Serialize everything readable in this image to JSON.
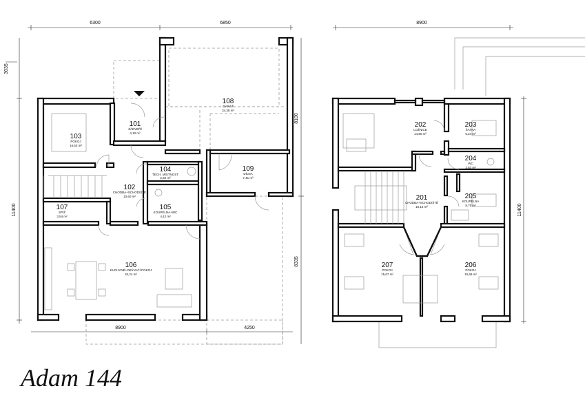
{
  "title": "Adam 144",
  "ground_floor": {
    "dimensions": {
      "top_left": "6300",
      "top_right": "6850",
      "left_top": "3035",
      "right_top": "8100",
      "left": "11400",
      "right_bottom": "8335",
      "bottom_left": "8900",
      "bottom_right": "4250"
    },
    "rooms": [
      {
        "num": "101",
        "name": "ZÁDVEŘÍ",
        "area": "4,10 m²"
      },
      {
        "num": "102",
        "name": "CHODBA+SCHODIŠTĚ",
        "area": "10,60 m²"
      },
      {
        "num": "103",
        "name": "POKOJ",
        "area": "16,63 m²"
      },
      {
        "num": "104",
        "name": "TECH. MÍSTNOST",
        "area": "2,82 m²"
      },
      {
        "num": "105",
        "name": "KOUPELNA+WC",
        "area": "4,42 m²"
      },
      {
        "num": "106",
        "name": "KUCHYNĚ+OBÝVACÍ POKOJ",
        "area": "34,24 m²"
      },
      {
        "num": "107",
        "name": "SPÍŽ",
        "area": "3,54 m²"
      },
      {
        "num": "108",
        "name": "GARÁŽ",
        "area": "34,38 m²"
      },
      {
        "num": "109",
        "name": "DÍLNA",
        "area": "7,41 m²"
      }
    ]
  },
  "upper_floor": {
    "dimensions": {
      "top": "8900",
      "right": "11400"
    },
    "rooms": [
      {
        "num": "201",
        "name": "CHODBA+SCHODIŠTĚ",
        "area": "16,15 m²"
      },
      {
        "num": "202",
        "name": "LOŽNICE",
        "area": "14,80 m²"
      },
      {
        "num": "203",
        "name": "ŠATNA",
        "area": "5,24 m²"
      },
      {
        "num": "204",
        "name": "WC",
        "area": "2,83 m²"
      },
      {
        "num": "205",
        "name": "KOUPELNA",
        "area": "8,75 m²"
      },
      {
        "num": "206",
        "name": "POKOJ",
        "area": "15,59 m²"
      },
      {
        "num": "207",
        "name": "POKOJ",
        "area": "15,67 m²"
      }
    ]
  }
}
